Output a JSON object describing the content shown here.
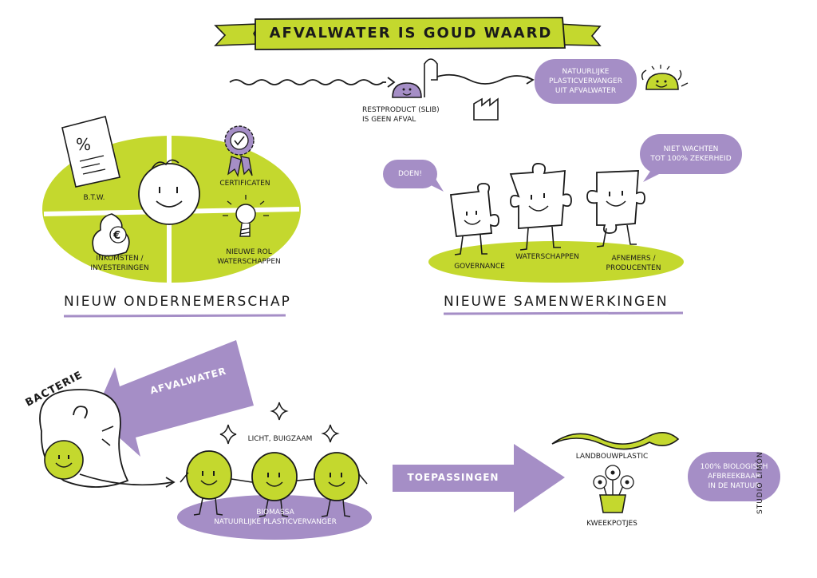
{
  "title": "AFVALWATER IS GOUD WAARD",
  "top": {
    "restproduct": "RESTPRODUCT (SLIB)\nIS GEEN AFVAL",
    "bubble": "NATUURLIJKE\nPLASTICVERVANGER\nUIT AFVALWATER"
  },
  "left_section": {
    "title": "NIEUW ONDERNEMERSCHAP",
    "btw": "B.T.W.",
    "certificaten": "CERTIFICATEN",
    "inkomsten": "INKOMSTEN /\nINVESTERINGEN",
    "nieuwe_rol": "NIEUWE ROL\nWATERSCHAPPEN"
  },
  "right_section": {
    "title": "NIEUWE SAMENWERKINGEN",
    "doen": "DOEN!",
    "niet_wachten": "NIET WACHTEN\nTOT 100% ZEKERHEID",
    "governance": "GOVERNANCE",
    "waterschappen": "WATERSCHAPPEN",
    "afnemers": "AFNEMERS /\nPRODUCENTEN"
  },
  "bottom": {
    "afvalwater": "AFVALWATER",
    "bacterie": "BACTERIE",
    "licht": "LICHT, BUIGZAAM",
    "biomassa": "BIOMASSA\nNATUURLIJKE PLASTICVERVANGER",
    "toepassingen": "TOEPASSINGEN",
    "landbouwplastic": "LANDBOUWPLASTIC",
    "kweekpotjes": "KWEEKPOTJES",
    "biologisch": "100% BIOLOGISCH\nAFBREEKBAAR\nIN DE NATUUR",
    "signature": "STUDIO LIMÓN"
  },
  "colors": {
    "lime": "#c4d82e",
    "purple": "#a58ec6",
    "ink": "#1a1a1a"
  }
}
